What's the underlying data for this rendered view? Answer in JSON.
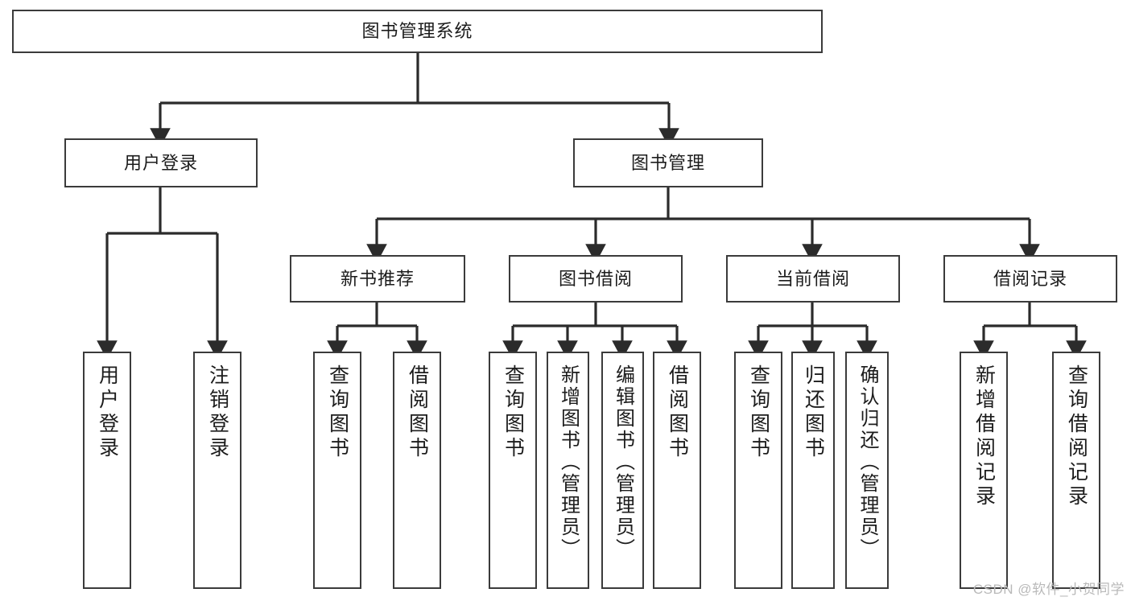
{
  "diagram": {
    "title": "图书管理系统",
    "type": "tree",
    "colors": {
      "border": "#3b3b3b",
      "fill": "#ffffff",
      "text": "#1c1c1c",
      "connector": "#2b2b2b",
      "watermark": "#b9b9b9",
      "background": "#ffffff"
    },
    "root": {
      "label": "图书管理系统"
    },
    "level1": [
      {
        "label": "用户登录"
      },
      {
        "label": "图书管理"
      }
    ],
    "user_login_children": [
      {
        "label": "用户登录"
      },
      {
        "label": "注销登录"
      }
    ],
    "book_manage_children": [
      {
        "label": "新书推荐"
      },
      {
        "label": "图书借阅"
      },
      {
        "label": "当前借阅"
      },
      {
        "label": "借阅记录"
      }
    ],
    "new_book_children": [
      {
        "label": "查询图书"
      },
      {
        "label": "借阅图书"
      }
    ],
    "borrow_book_children": [
      {
        "label": "查询图书"
      },
      {
        "label": "新增图书（管理员）"
      },
      {
        "label": "编辑图书（管理员）"
      },
      {
        "label": "借阅图书"
      }
    ],
    "current_borrow_children": [
      {
        "label": "查询图书"
      },
      {
        "label": "归还图书"
      },
      {
        "label": "确认归还（管理员）"
      }
    ],
    "borrow_record_children": [
      {
        "label": "新增借阅记录"
      },
      {
        "label": "查询借阅记录"
      }
    ]
  },
  "watermark": {
    "text": "CSDN @软件_小贺同学"
  }
}
